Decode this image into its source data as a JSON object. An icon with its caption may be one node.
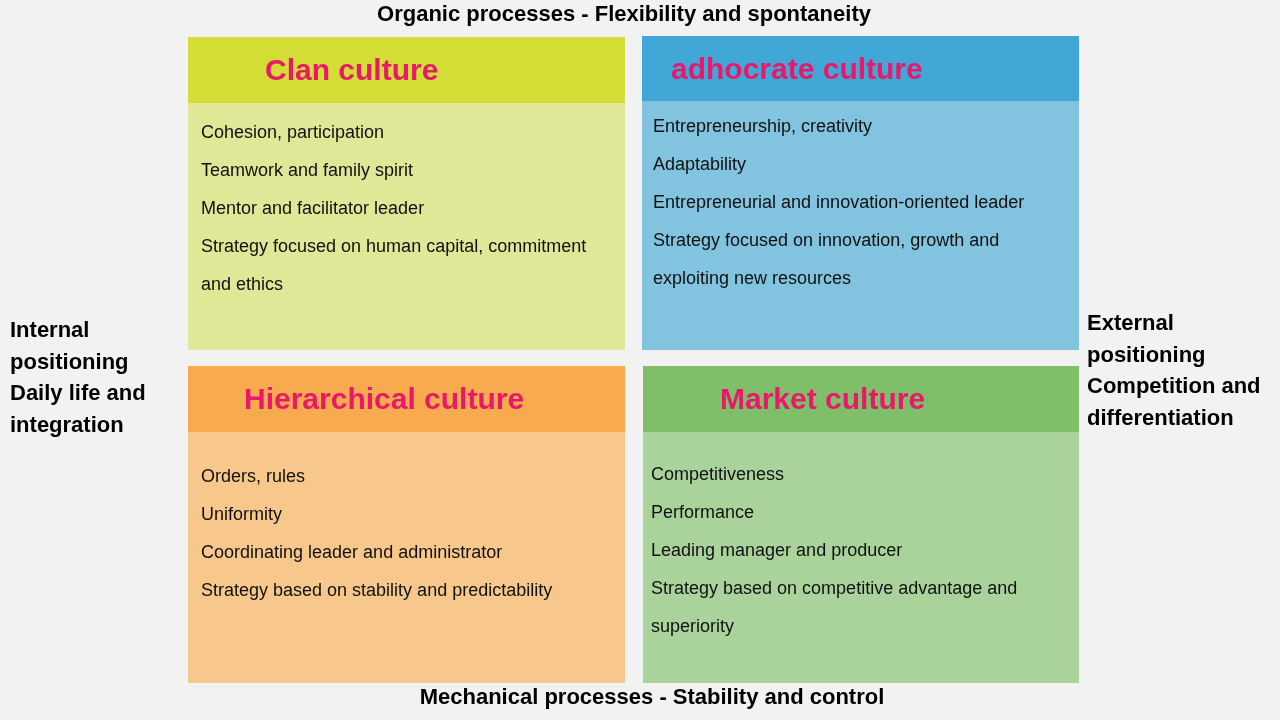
{
  "diagram": {
    "nodes": [
      {
        "text": [
          "Clan culture",
          "Cohesion, participation",
          "Teamwork and family spirit",
          "Mentor and facilitator leader",
          "Strategy focused on human capital, commitment and ethics"
        ]
      },
      {
        "text": [
          "adhocrate culture",
          "Entrepreneurship, creativity",
          "Adaptability",
          "Entrepreneurial and innovation-oriented leader",
          "Strategy focused on innovation, growth and exploiting new resources"
        ]
      },
      {
        "text": [
          "Hierarchical culture",
          "Orders, rules",
          "Uniformity",
          "Coordinating leader and administrator",
          "Strategy based on stability and predictability"
        ]
      },
      {
        "text": [
          "Market culture",
          "Competitiveness",
          "Performance",
          "Leading manager and producer",
          "Strategy based on competitive advantage and superiority"
        ]
      }
    ],
    "labels": [
      "Organic processes - Flexibility and spontaneity",
      "Internal positioning",
      "Daily life and integration",
      "External positioning",
      "Competition and differentiation",
      "Mechanical processes - Stability and control"
    ]
  }
}
